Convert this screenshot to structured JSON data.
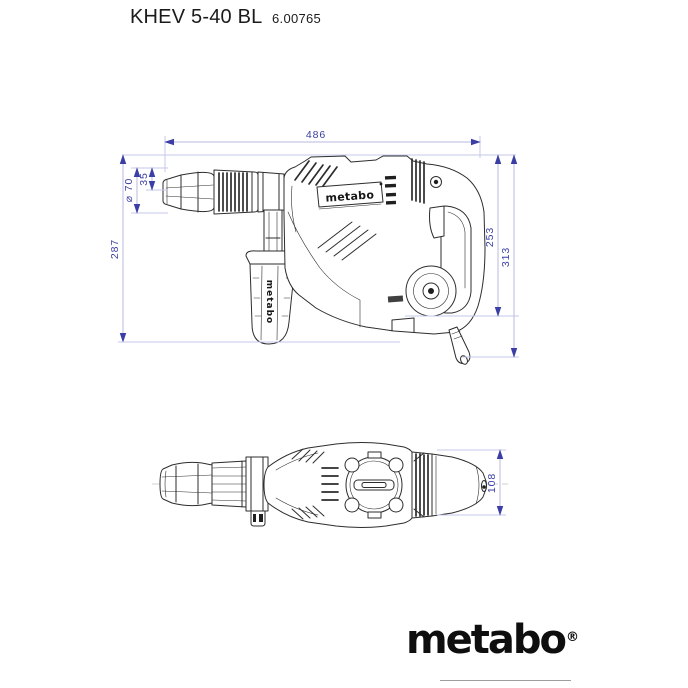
{
  "header": {
    "model": "KHEV 5-40 BL",
    "order_number": "6.00765"
  },
  "side_view": {
    "dim_length": "486",
    "dim_height_left": "287",
    "dim_chuck_diameter": "⌀ 70",
    "dim_chuck_axis": "35",
    "dim_height_body": "253",
    "dim_height_total": "313",
    "body_logo": "metabo",
    "handle_logo": "metabo"
  },
  "top_view": {
    "dim_width": "108"
  },
  "footer": {
    "brand": "metabo",
    "registered_mark": "®"
  },
  "colors": {
    "dimension_line": "#b7bae2",
    "dimension_text": "#3b3ea4",
    "line_art": "#2d2d2d",
    "logo": "#0e0e0e"
  }
}
